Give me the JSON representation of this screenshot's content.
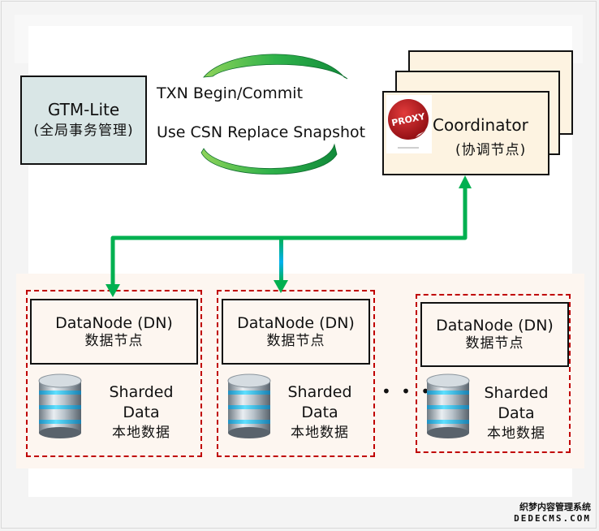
{
  "gtm": {
    "title": "GTM-Lite",
    "subtitle": "(全局事务管理)"
  },
  "arrows": {
    "txn_label": "TXN Begin/Commit",
    "csn_label": "Use CSN Replace Snapshot"
  },
  "coordinator": {
    "title": "Coordinator",
    "subtitle": "(协调节点)",
    "icon_text": "PROXY",
    "stack_count": 3
  },
  "datanodes": [
    {
      "title": "DataNode (DN)",
      "subtitle": "数据节点",
      "shard_line1": "Sharded",
      "shard_line2": "Data",
      "shard_cn": "本地数据"
    },
    {
      "title": "DataNode (DN)",
      "subtitle": "数据节点",
      "shard_line1": "Sharded",
      "shard_line2": "Data",
      "shard_cn": "本地数据"
    },
    {
      "title": "DataNode (DN)",
      "subtitle": "数据节点",
      "shard_line1": "Sharded",
      "shard_line2": "Data",
      "shard_cn": "本地数据"
    }
  ],
  "ellipsis": "• • •",
  "colors": {
    "connector_green": "#00b050",
    "connector_cyan": "#00b0f0",
    "dashed_border": "#c00000",
    "gtm_fill": "#d9e6e6",
    "coordinator_fill": "#fdf3e1",
    "datanode_band": "#fdf6f0"
  },
  "watermark": {
    "line1": "织梦内容管理系统",
    "line2": "DEDECMS.COM"
  }
}
